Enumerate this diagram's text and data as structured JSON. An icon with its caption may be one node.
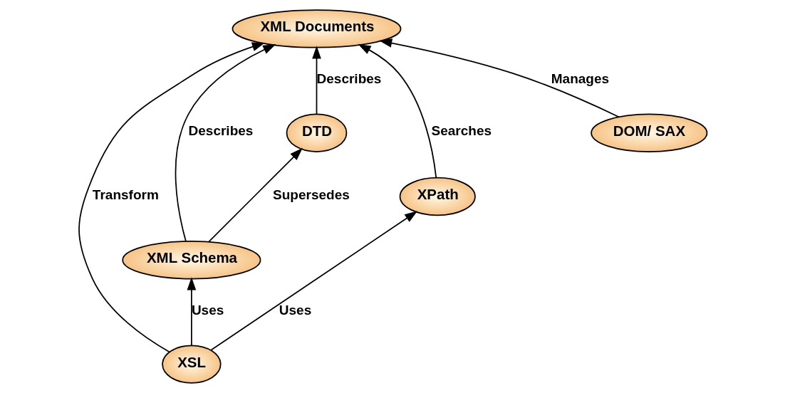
{
  "diagram": {
    "nodes": [
      {
        "text": [
          "XML Documents"
        ]
      },
      {
        "text": [
          "DTD"
        ]
      },
      {
        "text": [
          "DOM/ SAX"
        ]
      },
      {
        "text": [
          "XML Schema"
        ]
      },
      {
        "text": [
          "XPath"
        ]
      },
      {
        "text": [
          "XSL"
        ]
      }
    ],
    "edges": [
      {
        "from": 1,
        "to": 0,
        "arrow": "to",
        "label": "Describes"
      },
      {
        "from": 2,
        "to": 0,
        "arrow": "to",
        "label": "Manages"
      },
      {
        "from": 3,
        "to": 1,
        "arrow": "to",
        "label": "Supersedes"
      },
      {
        "from": 3,
        "to": 0,
        "arrow": "to",
        "label": "Describes"
      },
      {
        "from": 4,
        "to": 0,
        "arrow": "to",
        "label": "Searches"
      },
      {
        "from": 5,
        "to": 0,
        "arrow": "to",
        "label": "Transform"
      },
      {
        "from": 5,
        "to": 4,
        "arrow": "to",
        "label": "Uses"
      },
      {
        "from": 5,
        "to": 3,
        "arrow": "to",
        "label": "Uses"
      }
    ]
  }
}
